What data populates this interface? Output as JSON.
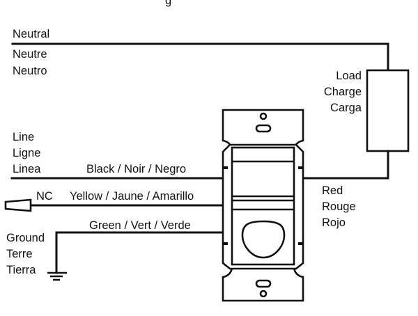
{
  "diagram": {
    "title_partial": "g",
    "neutral": {
      "labels": [
        "Neutral",
        "Neutre",
        "Neutro"
      ]
    },
    "load": {
      "labels": [
        "Load",
        "Charge",
        "Carga"
      ]
    },
    "line": {
      "labels": [
        "Line",
        "Ligne",
        "Linea"
      ],
      "wire_label": "Black / Noir / Negro"
    },
    "nc": {
      "label": "NC",
      "wire_label": "Yellow / Jaune / Amarillo"
    },
    "ground": {
      "labels": [
        "Ground",
        "Terre",
        "Tierra"
      ],
      "wire_label": "Green / Vert / Verde"
    },
    "red": {
      "labels": [
        "Red",
        "Rouge",
        "Rojo"
      ]
    },
    "colors": {
      "line": "#111111",
      "background": "#ffffff"
    }
  }
}
